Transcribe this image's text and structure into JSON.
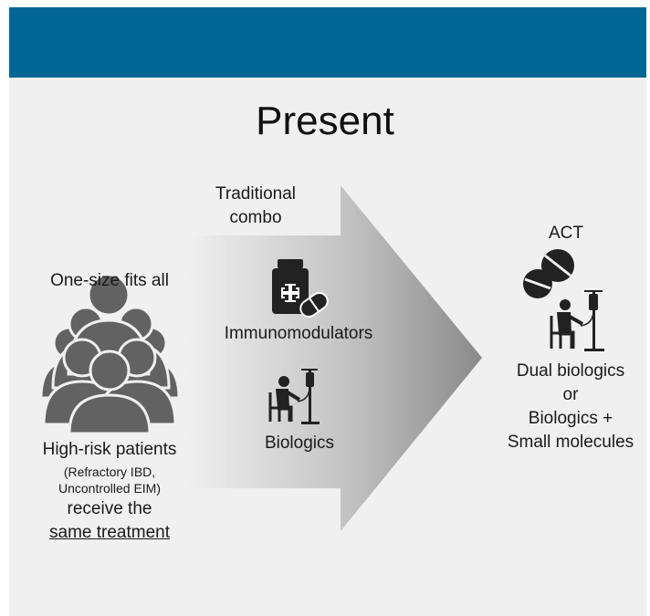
{
  "header": {
    "color": "#006794"
  },
  "title": "Present",
  "left": {
    "heading": "One-size fits all",
    "line1": "High-risk patients",
    "line2": "(Refractory IBD,",
    "line3": "Uncontrolled EIM)",
    "line4": "receive the",
    "line5": "same treatment",
    "icon": "people-group-icon"
  },
  "middle": {
    "heading_line1": "Traditional",
    "heading_line2": "combo",
    "item1": {
      "label": "Immunomodulators",
      "icon": "pill-bottle-icon"
    },
    "item2": {
      "label": "Biologics",
      "icon": "iv-infusion-icon"
    }
  },
  "right": {
    "heading": "ACT",
    "line1": "Dual biologics",
    "line2": "or",
    "line3": "Biologics +",
    "line4": "Small molecules",
    "icons": [
      "pills-icon",
      "iv-infusion-icon"
    ]
  }
}
